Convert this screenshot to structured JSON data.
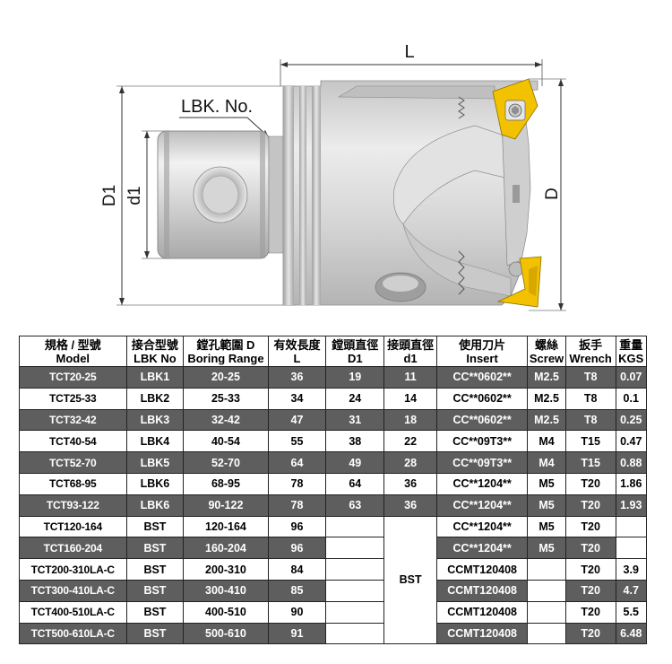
{
  "drawing": {
    "labels": {
      "L": "L",
      "lbk": "LBK. No.",
      "D1": "D1",
      "d1": "d1",
      "D": "D"
    }
  },
  "colors": {
    "dark_row": "#5e5e5e",
    "insert_yellow": "#f2c200",
    "body_gray": "#d9d9d9"
  },
  "table": {
    "headers": [
      {
        "zh": "規格 / 型號",
        "en": "Model"
      },
      {
        "zh": "接合型號",
        "en": "LBK No"
      },
      {
        "zh": "鏜孔範圍 D",
        "en": "Boring Range"
      },
      {
        "zh": "有效長度",
        "en": "L"
      },
      {
        "zh": "鏜頭直徑",
        "en": "D1"
      },
      {
        "zh": "接頭直徑",
        "en": "d1"
      },
      {
        "zh": "使用刀片",
        "en": "Insert"
      },
      {
        "zh": "螺絲",
        "en": "Screw"
      },
      {
        "zh": "扳手",
        "en": "Wrench"
      },
      {
        "zh": "重量",
        "en": "KGS"
      }
    ],
    "rows": [
      {
        "model": "TCT20-25",
        "lbk": "LBK1",
        "range": "20-25",
        "L": "36",
        "D1": "19",
        "d1": "11",
        "insert": "CC**0602**",
        "screw": "M2.5",
        "wrench": "T8",
        "kgs": "0.07"
      },
      {
        "model": "TCT25-33",
        "lbk": "LBK2",
        "range": "25-33",
        "L": "34",
        "D1": "24",
        "d1": "14",
        "insert": "CC**0602**",
        "screw": "M2.5",
        "wrench": "T8",
        "kgs": "0.1"
      },
      {
        "model": "TCT32-42",
        "lbk": "LBK3",
        "range": "32-42",
        "L": "47",
        "D1": "31",
        "d1": "18",
        "insert": "CC**0602**",
        "screw": "M2.5",
        "wrench": "T8",
        "kgs": "0.25"
      },
      {
        "model": "TCT40-54",
        "lbk": "LBK4",
        "range": "40-54",
        "L": "55",
        "D1": "38",
        "d1": "22",
        "insert": "CC**09T3**",
        "screw": "M4",
        "wrench": "T15",
        "kgs": "0.47"
      },
      {
        "model": "TCT52-70",
        "lbk": "LBK5",
        "range": "52-70",
        "L": "64",
        "D1": "49",
        "d1": "28",
        "insert": "CC**09T3**",
        "screw": "M4",
        "wrench": "T15",
        "kgs": "0.88"
      },
      {
        "model": "TCT68-95",
        "lbk": "LBK6",
        "range": "68-95",
        "L": "78",
        "D1": "64",
        "d1": "36",
        "insert": "CC**1204**",
        "screw": "M5",
        "wrench": "T20",
        "kgs": "1.86"
      },
      {
        "model": "TCT93-122",
        "lbk": "LBK6",
        "range": "90-122",
        "L": "78",
        "D1": "63",
        "d1": "36",
        "insert": "CC**1204**",
        "screw": "M5",
        "wrench": "T20",
        "kgs": "1.93"
      },
      {
        "model": "TCT120-164",
        "lbk": "BST",
        "range": "120-164",
        "L": "96",
        "D1": "",
        "d1": "BST",
        "insert": "CC**1204**",
        "screw": "M5",
        "wrench": "T20",
        "kgs": ""
      },
      {
        "model": "TCT160-204",
        "lbk": "BST",
        "range": "160-204",
        "L": "96",
        "D1": "",
        "d1": "",
        "insert": "CC**1204**",
        "screw": "M5",
        "wrench": "T20",
        "kgs": ""
      },
      {
        "model": "TCT200-310LA-C",
        "lbk": "BST",
        "range": "200-310",
        "L": "84",
        "D1": "",
        "d1": "",
        "insert": "CCMT120408",
        "screw": "",
        "wrench": "T20",
        "kgs": "3.9"
      },
      {
        "model": "TCT300-410LA-C",
        "lbk": "BST",
        "range": "300-410",
        "L": "85",
        "D1": "",
        "d1": "",
        "insert": "CCMT120408",
        "screw": "",
        "wrench": "T20",
        "kgs": "4.7"
      },
      {
        "model": "TCT400-510LA-C",
        "lbk": "BST",
        "range": "400-510",
        "L": "90",
        "D1": "",
        "d1": "",
        "insert": "CCMT120408",
        "screw": "",
        "wrench": "T20",
        "kgs": "5.5"
      },
      {
        "model": "TCT500-610LA-C",
        "lbk": "BST",
        "range": "500-610",
        "L": "91",
        "D1": "",
        "d1": "",
        "insert": "CCMT120408",
        "screw": "",
        "wrench": "T20",
        "kgs": "6.48"
      }
    ]
  }
}
